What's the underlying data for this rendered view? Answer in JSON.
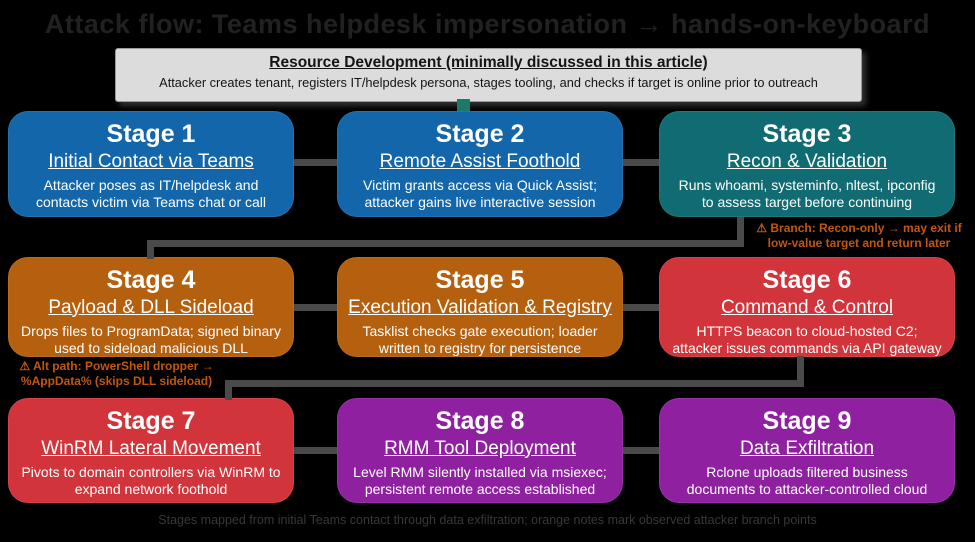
{
  "page": {
    "title": "Attack flow: Teams helpdesk impersonation → hands-on-keyboard",
    "caption": "Stages mapped from initial Teams contact through data exfiltration; orange notes mark observed attacker branch points",
    "background": "#000000"
  },
  "resource_development": {
    "title": "Resource Development (minimally discussed in this article)",
    "description": "Attacker creates tenant, registers IT/helpdesk persona, stages tooling, and checks if target is online prior to outreach"
  },
  "stages": [
    {
      "label": "Stage 1",
      "title": "Initial Contact via Teams",
      "description": "Attacker poses as IT/helpdesk and contacts victim via Teams chat or call",
      "color": "#1366a9"
    },
    {
      "label": "Stage 2",
      "title": "Remote Assist Foothold",
      "description": "Victim grants access via Quick Assist; attacker gains live interactive session",
      "color": "#1366a9"
    },
    {
      "label": "Stage 3",
      "title": "Recon & Validation",
      "description": "Runs whoami, systeminfo, nltest, ipconfig to assess target before continuing",
      "color": "#106b72"
    },
    {
      "label": "Stage 4",
      "title": "Payload & DLL Sideload",
      "description": "Drops files to ProgramData; signed binary used to sideload malicious DLL",
      "color": "#b4600e"
    },
    {
      "label": "Stage 5",
      "title": "Execution Validation & Registry",
      "description": "Tasklist checks gate execution; loader written to registry for persistence",
      "color": "#b4600e"
    },
    {
      "label": "Stage 6",
      "title": "Command & Control",
      "description": "HTTPS beacon to cloud-hosted C2; attacker issues commands via API gateway",
      "color": "#d1343b"
    },
    {
      "label": "Stage 7",
      "title": "WinRM Lateral Movement",
      "description": "Pivots to domain controllers via WinRM to expand network foothold",
      "color": "#d1343b"
    },
    {
      "label": "Stage 8",
      "title": "RMM Tool Deployment",
      "description": "Level RMM silently installed via msiexec; persistent remote access established",
      "color": "#8f21a0"
    },
    {
      "label": "Stage 9",
      "title": "Data Exfiltration",
      "description": "Rclone uploads filtered business documents to attacker-controlled cloud",
      "color": "#8f21a0"
    }
  ],
  "annotations": [
    {
      "line1": "⚠ Branch: Recon-only → may exit if",
      "line2": "low-value target and return later"
    },
    {
      "line1": "⚠ Alt path: PowerShell dropper →",
      "line2": "%AppData% (skips DLL sideload)"
    }
  ],
  "colors": {
    "connector": "#4a4a4a",
    "annotation": "#c1570f",
    "resource_bg": "#dcdcdc",
    "teal_stub": "#1e7a68"
  }
}
